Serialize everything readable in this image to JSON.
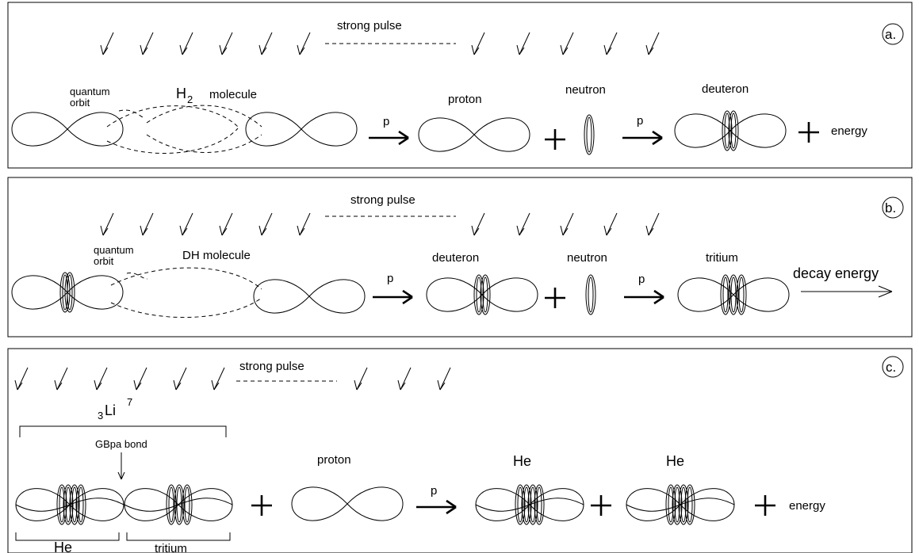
{
  "panel_a": {
    "tag": "a.",
    "pulse_label": "strong   pulse",
    "quantum_orbit_1": "quantum",
    "quantum_orbit_2": "orbit",
    "molecule_prefix": "H",
    "molecule_sub": "2",
    "molecule_suffix": "molecule",
    "arrow1_label": "p",
    "proton_label": "proton",
    "neutron_label": "neutron",
    "arrow2_label": "p",
    "deuteron_label": "deuteron",
    "energy_label": "energy"
  },
  "panel_b": {
    "tag": "b.",
    "pulse_label": "strong   pulse",
    "quantum_orbit_1": "quantum",
    "quantum_orbit_2": "orbit",
    "molecule_label": "DH   molecule",
    "arrow1_label": "p",
    "deuteron_label": "deuteron",
    "neutron_label": "neutron",
    "arrow2_label": "p",
    "tritium_label": "tritium",
    "decay_label": "decay energy"
  },
  "panel_c": {
    "tag": "c.",
    "pulse_label": "strong   pulse",
    "li_pre": "3",
    "li_main": "Li",
    "li_sup": "7",
    "bond_label": "GBpa bond",
    "he_left_label": "He",
    "tritium_label": "tritium",
    "proton_label": "proton",
    "arrow_label": "p",
    "he1_label": "He",
    "he2_label": "He",
    "energy_label": "energy"
  },
  "symbols": {
    "plus": "+"
  }
}
